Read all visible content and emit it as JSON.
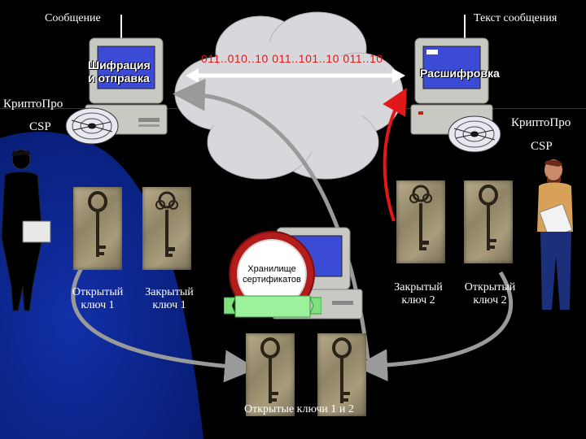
{
  "labels": {
    "message": "Сообщение",
    "message_text": "Текст сообщения",
    "encrypt_send": "Шифрация\nи отправка",
    "decrypt": "Расшифровка",
    "bits": "011..010..10 011..101..10 011..10",
    "cryptopro_left": "КриптоПро",
    "csp_left": "CSP",
    "cryptopro_right": "КриптоПро",
    "csp_right": "CSP",
    "public_key_1": "Открытый\nключ 1",
    "private_key_1": "Закрытый\nключ 1",
    "private_key_2": "Закрытый\nключ 2",
    "public_key_2": "Открытый\nключ 2",
    "cert_store": "Хранилище\nсертификатов",
    "public_keys_1_2": "Открытые ключи 1 и 2"
  },
  "colors": {
    "background": "#000000",
    "blue_shape": "#0a2a9a",
    "red_arrow": "#e01818",
    "gray_arrow": "#9a9a9a",
    "bits_red": "#e01818"
  },
  "icons": [
    "computer-icon",
    "cd-disc-icon",
    "cloud-icon",
    "businesswoman-icon",
    "man-icon",
    "key-icon",
    "certificate-seal-icon"
  ]
}
